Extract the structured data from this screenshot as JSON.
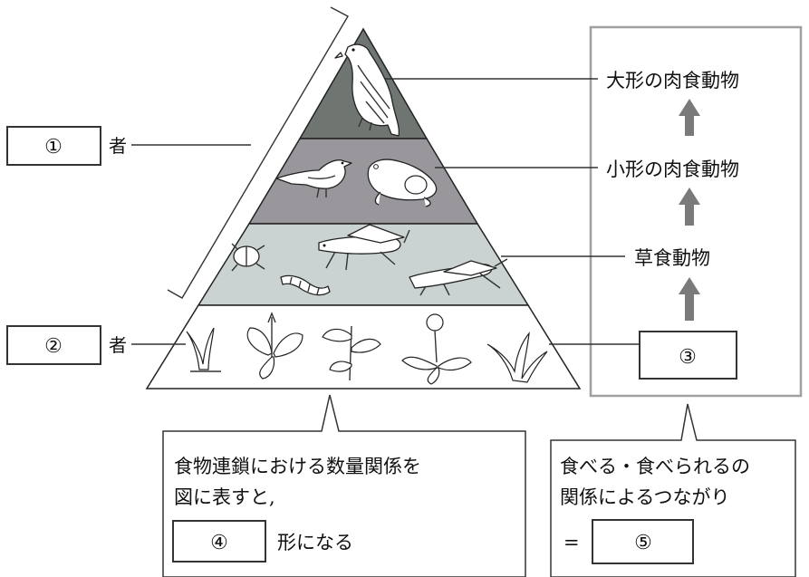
{
  "left_labels": {
    "consumer_box": "①",
    "consumer_suffix": "者",
    "producer_box": "②",
    "producer_suffix": "者"
  },
  "chain": {
    "level4": "大形の肉食動物",
    "level3": "小形の肉食動物",
    "level2": "草食動物",
    "level1_box": "③"
  },
  "callout_left": {
    "line1": "食物連鎖における数量関係を",
    "line2": "図に表すと,",
    "box": "④",
    "suffix": "形になる"
  },
  "callout_right": {
    "line1": "食べる・食べられるの",
    "line2": "関係によるつながり",
    "equals": "=",
    "box": "⑤"
  },
  "colors": {
    "tier_top": "#6f7672",
    "tier_second": "#9a979c",
    "tier_third": "#cbd2d2",
    "tier_base": "#ffffff",
    "frame": "#a0a0a0",
    "arrow": "#7a7a7a"
  }
}
